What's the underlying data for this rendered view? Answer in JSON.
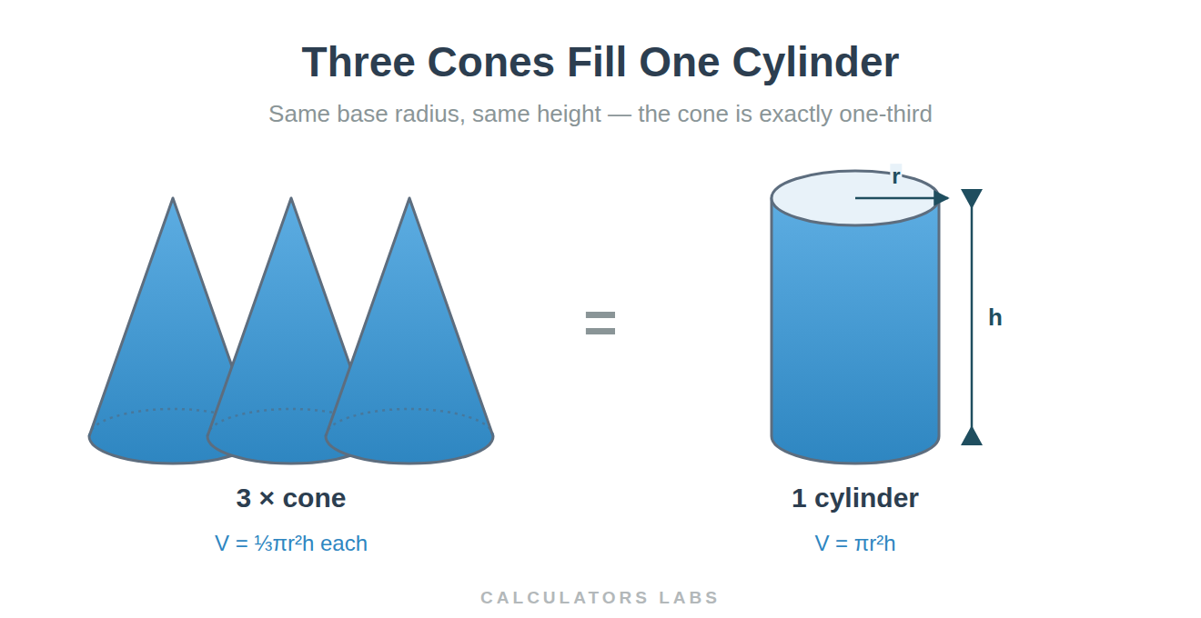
{
  "diagram": {
    "title": "Three Cones Fill One Cylinder",
    "caption": "Same base radius, same height — the cone is exactly one-third",
    "labels": [
      "3 × cone",
      "V = ⅓πr²h each",
      "=",
      "r",
      "h",
      "1 cylinder",
      "V = πr²h",
      "CALCULATORS LABS"
    ]
  }
}
